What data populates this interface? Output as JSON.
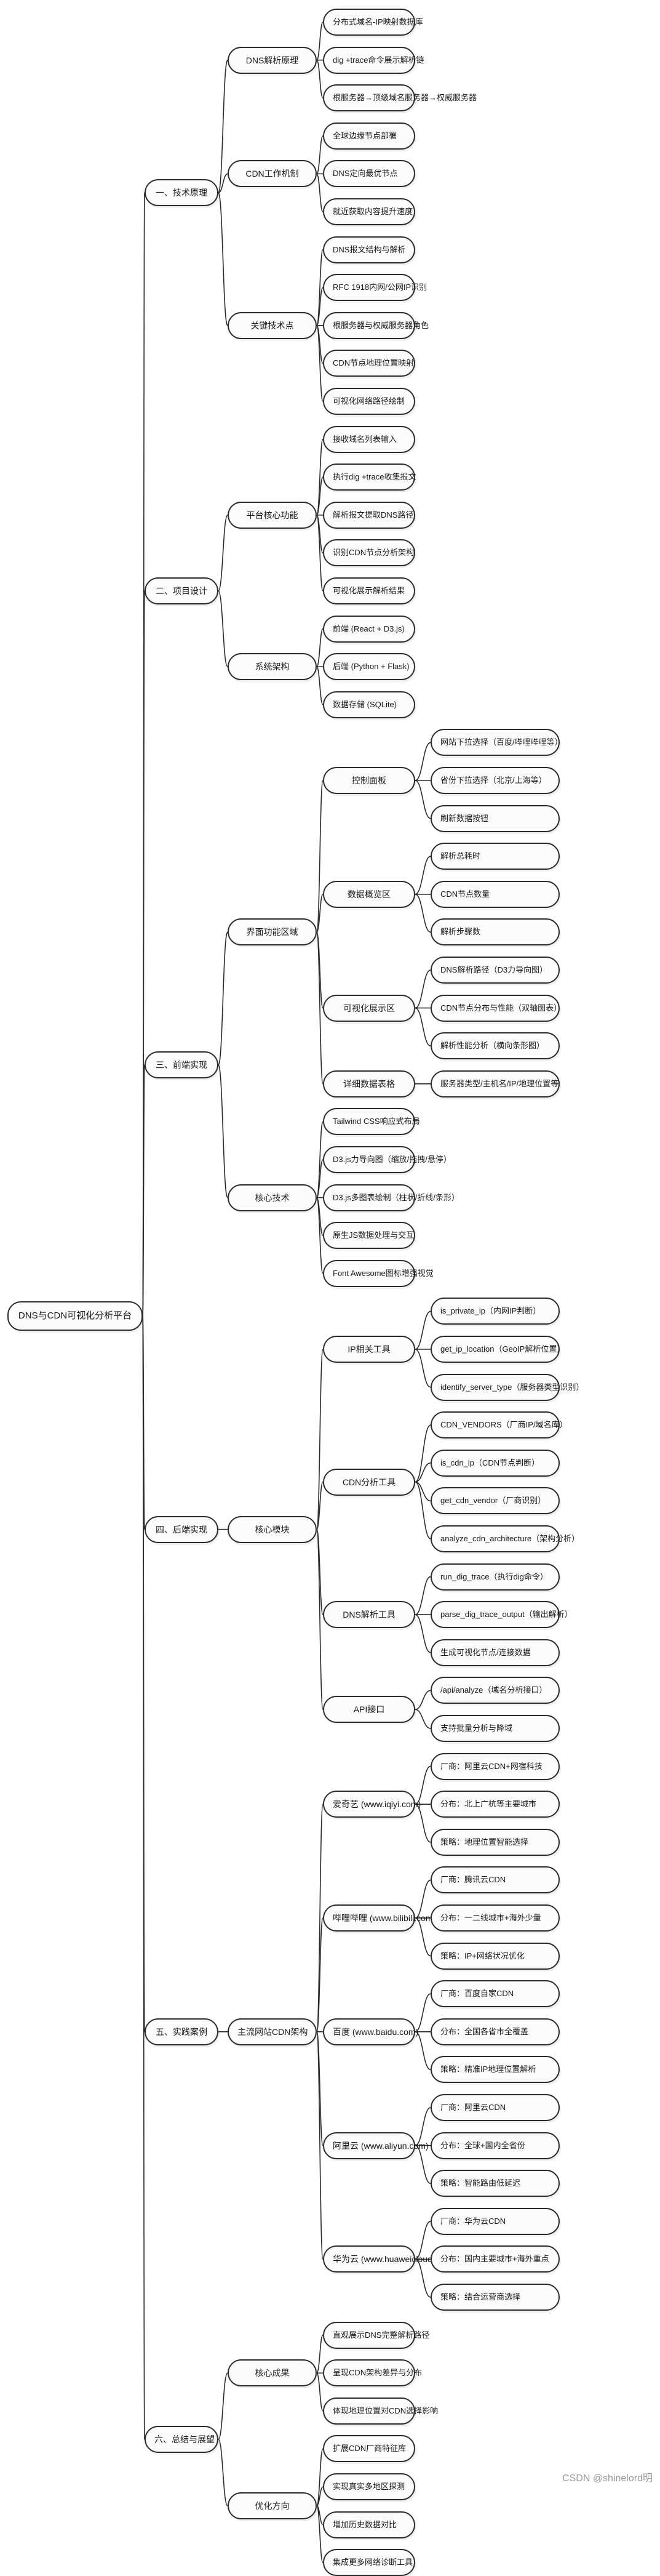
{
  "watermark": "CSDN @shinelord明",
  "root": {
    "label": "DNS与CDN可视化分析平台",
    "children": [
      {
        "label": "一、技术原理",
        "children": [
          {
            "label": "DNS解析原理",
            "children": [
              {
                "label": "分布式域名-IP映射数据库"
              },
              {
                "label": "dig +trace命令展示解析链"
              },
              {
                "label": "根服务器→顶级域名服务器→权威服务器"
              }
            ]
          },
          {
            "label": "CDN工作机制",
            "children": [
              {
                "label": "全球边缘节点部署"
              },
              {
                "label": "DNS定向最优节点"
              },
              {
                "label": "就近获取内容提升速度"
              }
            ]
          },
          {
            "label": "关键技术点",
            "children": [
              {
                "label": "DNS报文结构与解析"
              },
              {
                "label": "RFC 1918内网/公网IP识别"
              },
              {
                "label": "根服务器与权威服务器角色"
              },
              {
                "label": "CDN节点地理位置映射"
              },
              {
                "label": "可视化网络路径绘制"
              }
            ]
          }
        ]
      },
      {
        "label": "二、项目设计",
        "children": [
          {
            "label": "平台核心功能",
            "children": [
              {
                "label": "接收域名列表输入"
              },
              {
                "label": "执行dig +trace收集报文"
              },
              {
                "label": "解析报文提取DNS路径"
              },
              {
                "label": "识别CDN节点分析架构"
              },
              {
                "label": "可视化展示解析结果"
              }
            ]
          },
          {
            "label": "系统架构",
            "children": [
              {
                "label": "前端 (React + D3.js)"
              },
              {
                "label": "后端 (Python + Flask)"
              },
              {
                "label": "数据存储 (SQLite)"
              }
            ]
          }
        ]
      },
      {
        "label": "三、前端实现",
        "children": [
          {
            "label": "界面功能区域",
            "children": [
              {
                "label": "控制面板",
                "children": [
                  {
                    "label": "网站下拉选择（百度/哔哩哔哩等）"
                  },
                  {
                    "label": "省份下拉选择（北京/上海等）"
                  },
                  {
                    "label": "刷新数据按钮"
                  }
                ]
              },
              {
                "label": "数据概览区",
                "children": [
                  {
                    "label": "解析总耗时"
                  },
                  {
                    "label": "CDN节点数量"
                  },
                  {
                    "label": "解析步骤数"
                  }
                ]
              },
              {
                "label": "可视化展示区",
                "children": [
                  {
                    "label": "DNS解析路径（D3力导向图）"
                  },
                  {
                    "label": "CDN节点分布与性能（双轴图表）"
                  },
                  {
                    "label": "解析性能分析（横向条形图）"
                  }
                ]
              },
              {
                "label": "详细数据表格",
                "children": [
                  {
                    "label": "服务器类型/主机名/IP/地理位置等"
                  }
                ]
              }
            ]
          },
          {
            "label": "核心技术",
            "children": [
              {
                "label": "Tailwind CSS响应式布局"
              },
              {
                "label": "D3.js力导向图（缩放/拖拽/悬停）"
              },
              {
                "label": "D3.js多图表绘制（柱状/折线/条形）"
              },
              {
                "label": "原生JS数据处理与交互"
              },
              {
                "label": "Font Awesome图标增强视觉"
              }
            ]
          }
        ]
      },
      {
        "label": "四、后端实现",
        "children": [
          {
            "label": "核心模块",
            "children": [
              {
                "label": "IP相关工具",
                "children": [
                  {
                    "label": "is_private_ip（内网IP判断）"
                  },
                  {
                    "label": "get_ip_location（GeoIP解析位置）"
                  },
                  {
                    "label": "identify_server_type（服务器类型识别）"
                  }
                ]
              },
              {
                "label": "CDN分析工具",
                "children": [
                  {
                    "label": "CDN_VENDORS（厂商IP/域名库）"
                  },
                  {
                    "label": "is_cdn_ip（CDN节点判断）"
                  },
                  {
                    "label": "get_cdn_vendor（厂商识别）"
                  },
                  {
                    "label": "analyze_cdn_architecture（架构分析）"
                  }
                ]
              },
              {
                "label": "DNS解析工具",
                "children": [
                  {
                    "label": "run_dig_trace（执行dig命令）"
                  },
                  {
                    "label": "parse_dig_trace_output（输出解析）"
                  },
                  {
                    "label": "生成可视化节点/连接数据"
                  }
                ]
              },
              {
                "label": "API接口",
                "children": [
                  {
                    "label": "/api/analyze（域名分析接口）"
                  },
                  {
                    "label": "支持批量分析与降域"
                  }
                ]
              }
            ]
          }
        ]
      },
      {
        "label": "五、实践案例",
        "children": [
          {
            "label": "主流网站CDN架构",
            "children": [
              {
                "label": "爱奇艺 (www.iqiyi.com)",
                "children": [
                  {
                    "label": "厂商：阿里云CDN+网宿科技"
                  },
                  {
                    "label": "分布：北上广杭等主要城市"
                  },
                  {
                    "label": "策略：地理位置智能选择"
                  }
                ]
              },
              {
                "label": "哔哩哔哩 (www.bilibili.com)",
                "children": [
                  {
                    "label": "厂商：腾讯云CDN"
                  },
                  {
                    "label": "分布：一二线城市+海外少量"
                  },
                  {
                    "label": "策略：IP+网络状况优化"
                  }
                ]
              },
              {
                "label": "百度 (www.baidu.com)",
                "children": [
                  {
                    "label": "厂商：百度自家CDN"
                  },
                  {
                    "label": "分布：全国各省市全覆盖"
                  },
                  {
                    "label": "策略：精准IP地理位置解析"
                  }
                ]
              },
              {
                "label": "阿里云 (www.aliyun.com)",
                "children": [
                  {
                    "label": "厂商：阿里云CDN"
                  },
                  {
                    "label": "分布：全球+国内全省份"
                  },
                  {
                    "label": "策略：智能路由低延迟"
                  }
                ]
              },
              {
                "label": "华为云 (www.huaweicloud.com)",
                "children": [
                  {
                    "label": "厂商：华为云CDN"
                  },
                  {
                    "label": "分布：国内主要城市+海外重点"
                  },
                  {
                    "label": "策略：结合运营商选择"
                  }
                ]
              }
            ]
          }
        ]
      },
      {
        "label": "六、总结与展望",
        "children": [
          {
            "label": "核心成果",
            "children": [
              {
                "label": "直观展示DNS完整解析路径"
              },
              {
                "label": "呈现CDN架构差异与分布"
              },
              {
                "label": "体现地理位置对CDN选择影响"
              }
            ]
          },
          {
            "label": "优化方向",
            "children": [
              {
                "label": "扩展CDN厂商特征库"
              },
              {
                "label": "实现真实多地区探测"
              },
              {
                "label": "增加历史数据对比"
              },
              {
                "label": "集成更多网络诊断工具"
              }
            ]
          }
        ]
      }
    ]
  }
}
